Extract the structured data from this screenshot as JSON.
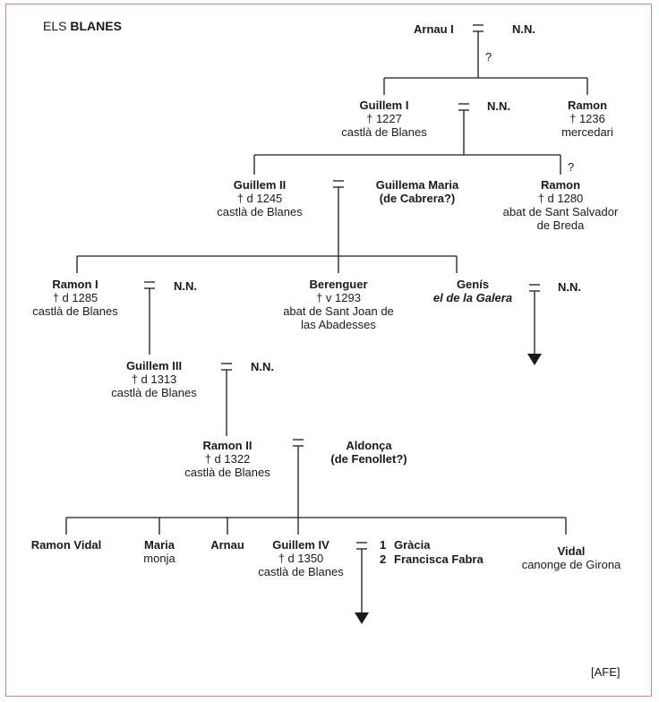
{
  "title": {
    "prefix": "ELS ",
    "family": "BLANES"
  },
  "source": "[AFE]",
  "people": {
    "arnau_i": {
      "name": "Arnau I",
      "spouse": "N.N.",
      "note": "?"
    },
    "guillem_i": {
      "name": "Guillem I",
      "death": "† 1227",
      "role": "castlà de Blanes",
      "spouse": "N.N."
    },
    "ramon_mercedari": {
      "name": "Ramon",
      "death": "† 1236",
      "role": "mercedari"
    },
    "guillem_ii": {
      "name": "Guillem II",
      "death": "† d 1245",
      "role": "castlà de Blanes",
      "spouse_line1": "Guillema Maria",
      "spouse_line2": "(de Cabrera?)"
    },
    "ramon_abat": {
      "name": "Ramon",
      "death": "† d 1280",
      "role_line1": "abat de Sant Salvador",
      "role_line2": "de Breda",
      "note": "?"
    },
    "ramon_i": {
      "name": "Ramon I",
      "death": "† d 1285",
      "role": "castlà de Blanes",
      "spouse": "N.N."
    },
    "berenguer": {
      "name": "Berenguer",
      "death": "† v 1293",
      "role_line1": "abat de Sant Joan de",
      "role_line2": "las Abadesses"
    },
    "genis": {
      "name": "Genís",
      "epithet": "el de la Galera",
      "spouse": "N.N."
    },
    "guillem_iii": {
      "name": "Guillem III",
      "death": "† d 1313",
      "role": "castlà de Blanes",
      "spouse": "N.N."
    },
    "ramon_ii": {
      "name": "Ramon II",
      "death": "† d 1322",
      "role": "castlà de Blanes",
      "spouse_line1": "Aldonça",
      "spouse_line2": "(de Fenollet?)"
    },
    "ramon_vidal": {
      "name": "Ramon Vidal"
    },
    "maria": {
      "name": "Maria",
      "role": "monja"
    },
    "arnau": {
      "name": "Arnau"
    },
    "guillem_iv": {
      "name": "Guillem IV",
      "death": "† d 1350",
      "role": "castlà de Blanes",
      "spouses": [
        {
          "index": "1",
          "name": "Gràcia"
        },
        {
          "index": "2",
          "name": "Francisca Fabra"
        }
      ]
    },
    "vidal": {
      "name": "Vidal",
      "role": "canonge de Girona"
    }
  }
}
